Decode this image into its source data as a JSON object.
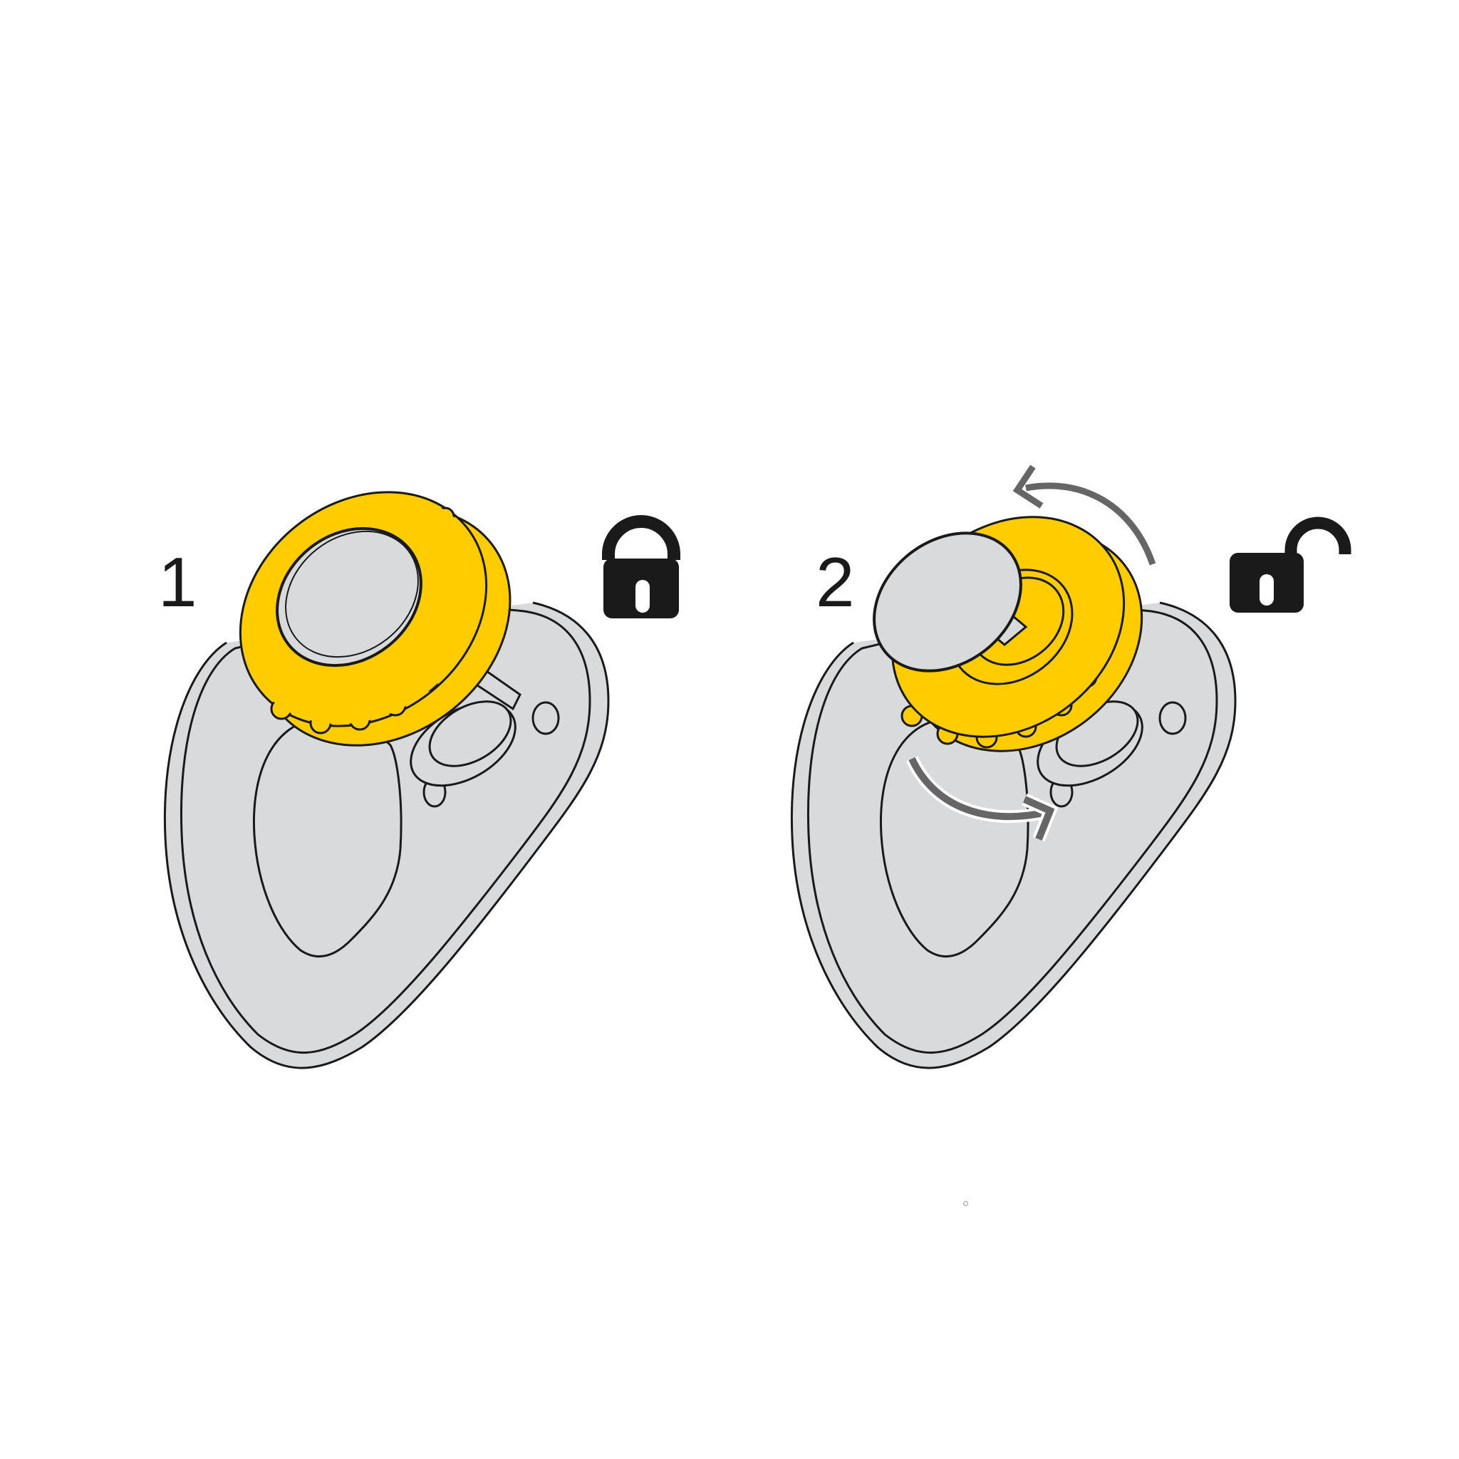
{
  "figure": {
    "description": "Two-step instruction illustration: hanger plate with yellow knurled locking knob",
    "colors": {
      "plate": "#d9dadb",
      "knob": "#ffcc00",
      "cap": "#d9dadb",
      "outline": "#1a1a1a",
      "arrow": "#666666",
      "lock_icon": "#1a1a1a",
      "background": "#ffffff"
    }
  },
  "steps": [
    {
      "number": "1",
      "state": "locked",
      "icon": "lock-closed-icon"
    },
    {
      "number": "2",
      "state": "unlocked",
      "icon": "lock-open-icon",
      "arrows": [
        "rotate-counterclockwise-arrow",
        "rotate-clockwise-arrow"
      ]
    }
  ]
}
